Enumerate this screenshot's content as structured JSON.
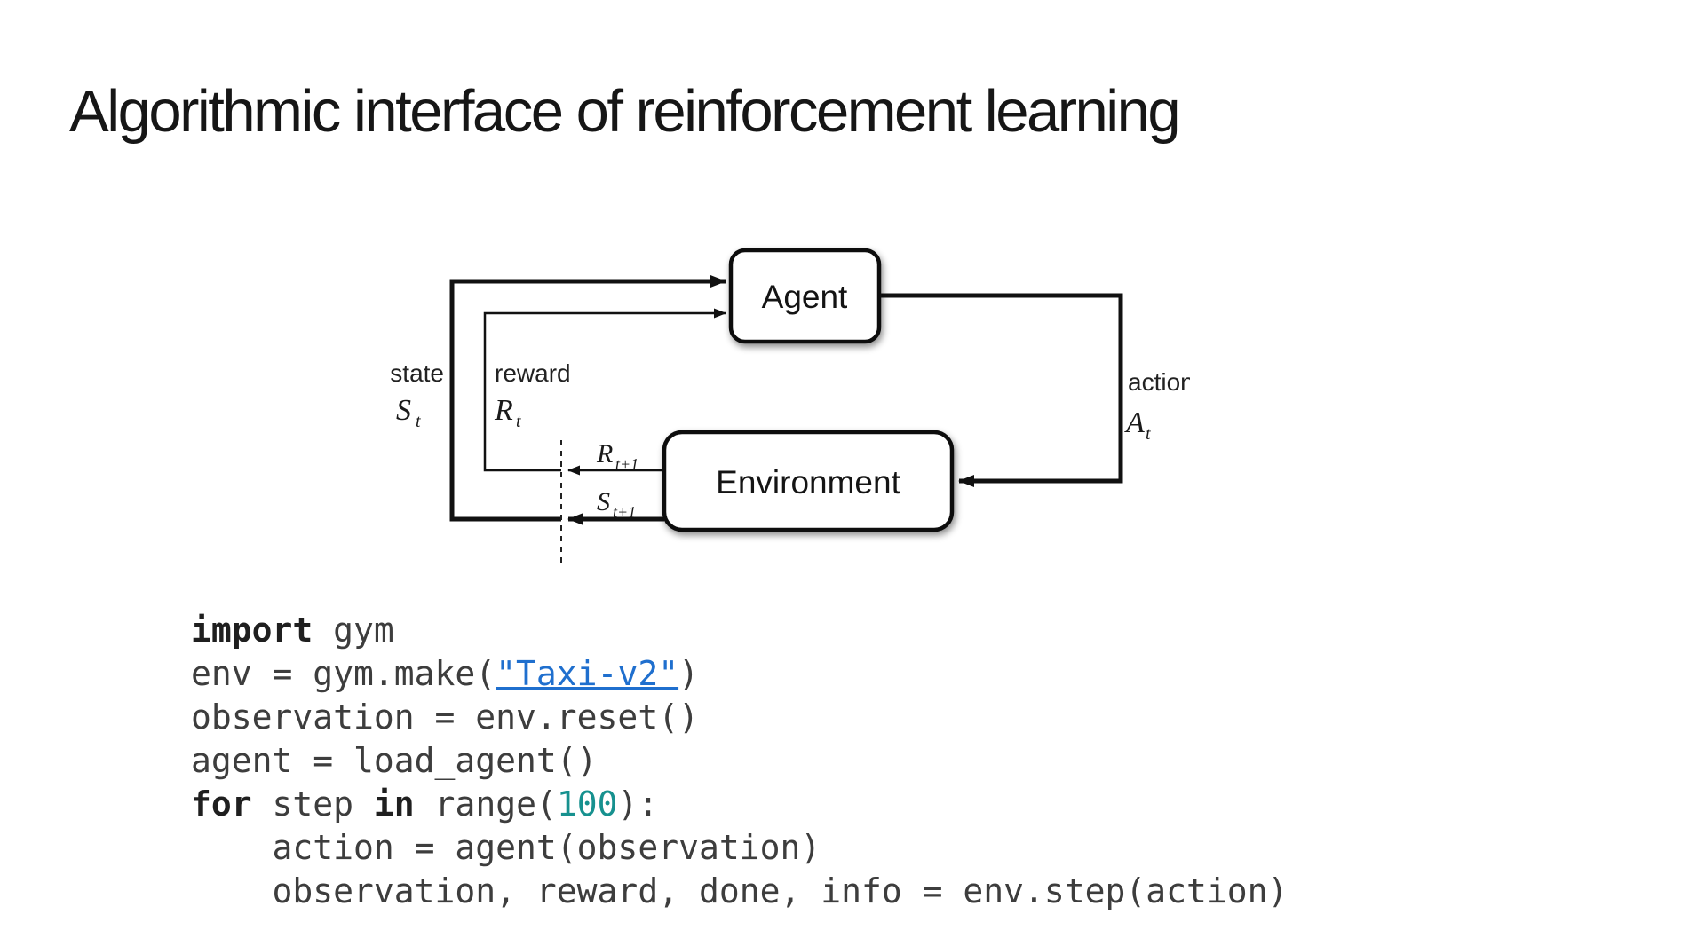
{
  "slide": {
    "title": "Algorithmic interface of reinforcement learning"
  },
  "diagram": {
    "agent_label": "Agent",
    "environment_label": "Environment",
    "state_label": "state",
    "reward_label": "reward",
    "action_label": "action",
    "symbols": {
      "state": {
        "base": "S",
        "sub": "t"
      },
      "reward": {
        "base": "R",
        "sub": "t"
      },
      "action": {
        "base": "A",
        "sub": "t"
      },
      "next_reward": {
        "base": "R",
        "sub": "t+1"
      },
      "next_state": {
        "base": "S",
        "sub": "t+1"
      }
    }
  },
  "code": {
    "lines": [
      {
        "segs": [
          {
            "t": "import",
            "s": "kw"
          },
          {
            "t": " gym",
            "s": "pl"
          }
        ]
      },
      {
        "segs": [
          {
            "t": "env = gym.make(",
            "s": "pl"
          },
          {
            "t": "\"Taxi-v2\"",
            "s": "link"
          },
          {
            "t": ")",
            "s": "pl"
          }
        ]
      },
      {
        "segs": [
          {
            "t": "observation = env.reset()",
            "s": "pl"
          }
        ]
      },
      {
        "segs": [
          {
            "t": "agent = load_agent()",
            "s": "pl"
          }
        ]
      },
      {
        "segs": [
          {
            "t": "for",
            "s": "kw"
          },
          {
            "t": " step ",
            "s": "pl"
          },
          {
            "t": "in",
            "s": "kw"
          },
          {
            "t": " range(",
            "s": "pl"
          },
          {
            "t": "100",
            "s": "num"
          },
          {
            "t": "):",
            "s": "pl"
          }
        ]
      },
      {
        "segs": [
          {
            "t": "    action = agent(observation)",
            "s": "pl"
          }
        ]
      },
      {
        "segs": [
          {
            "t": "    observation, reward, done, info = env.step(action)",
            "s": "pl"
          }
        ]
      }
    ]
  },
  "colors": {
    "link_blue": "#1f6fce",
    "number_teal": "#17918f",
    "ink": "#111111"
  }
}
